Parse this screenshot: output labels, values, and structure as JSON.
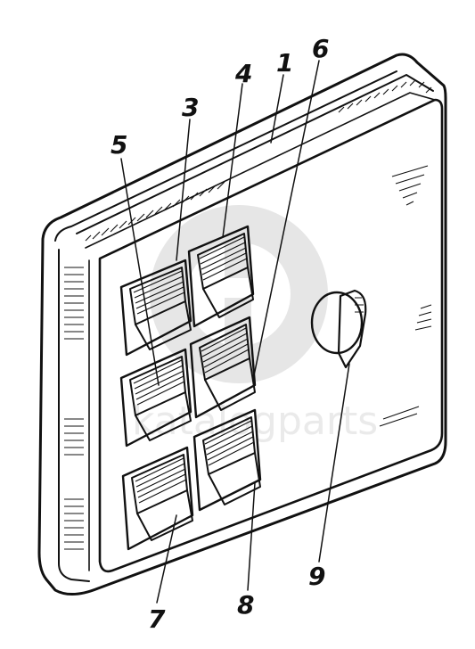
{
  "diagram": {
    "callouts": [
      {
        "id": "1",
        "label": "1"
      },
      {
        "id": "3",
        "label": "3"
      },
      {
        "id": "4",
        "label": "4"
      },
      {
        "id": "5",
        "label": "5"
      },
      {
        "id": "6",
        "label": "6"
      },
      {
        "id": "7",
        "label": "7"
      },
      {
        "id": "8",
        "label": "8"
      },
      {
        "id": "9",
        "label": "9"
      }
    ],
    "watermark": "katalogparts"
  },
  "colors": {
    "ink": "#111111",
    "paper": "#ffffff",
    "watermark": "#c8c8c8"
  }
}
